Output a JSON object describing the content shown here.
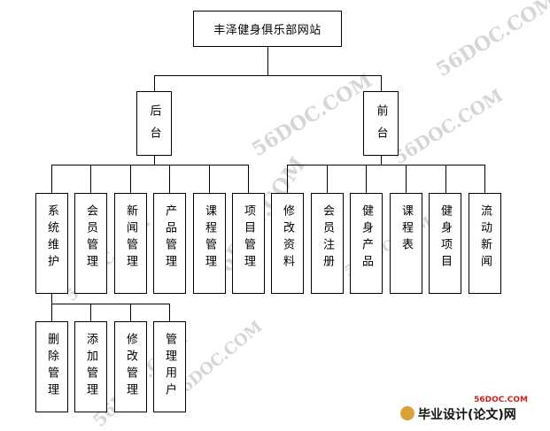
{
  "diagram": {
    "root": {
      "label": "丰泽健身俱乐部网站"
    },
    "branches": [
      {
        "label": "后台",
        "children": [
          {
            "label": "系统维护",
            "children": [
              "删除管理",
              "添加管理",
              "修改管理",
              "管理用户"
            ]
          },
          {
            "label": "会员管理"
          },
          {
            "label": "新闻管理"
          },
          {
            "label": "产品管理"
          },
          {
            "label": "课程管理"
          },
          {
            "label": "项目管理"
          }
        ]
      },
      {
        "label": "前台",
        "children": [
          {
            "label": "修改资料"
          },
          {
            "label": "会员注册"
          },
          {
            "label": "健身产品"
          },
          {
            "label": "课程表"
          },
          {
            "label": "健身项目"
          },
          {
            "label": "流动新闻"
          }
        ]
      }
    ]
  },
  "watermarks": [
    "56DOC.COM",
    "56DOC.COM",
    "56DOC.COM",
    "56DOC.COM",
    "56DOC.COM",
    "56DOC.COM",
    "56DOC.COM",
    "56DOC.COM"
  ],
  "logo": {
    "url_text": "56DOC.COM",
    "text": "毕业设计(论文)网"
  }
}
